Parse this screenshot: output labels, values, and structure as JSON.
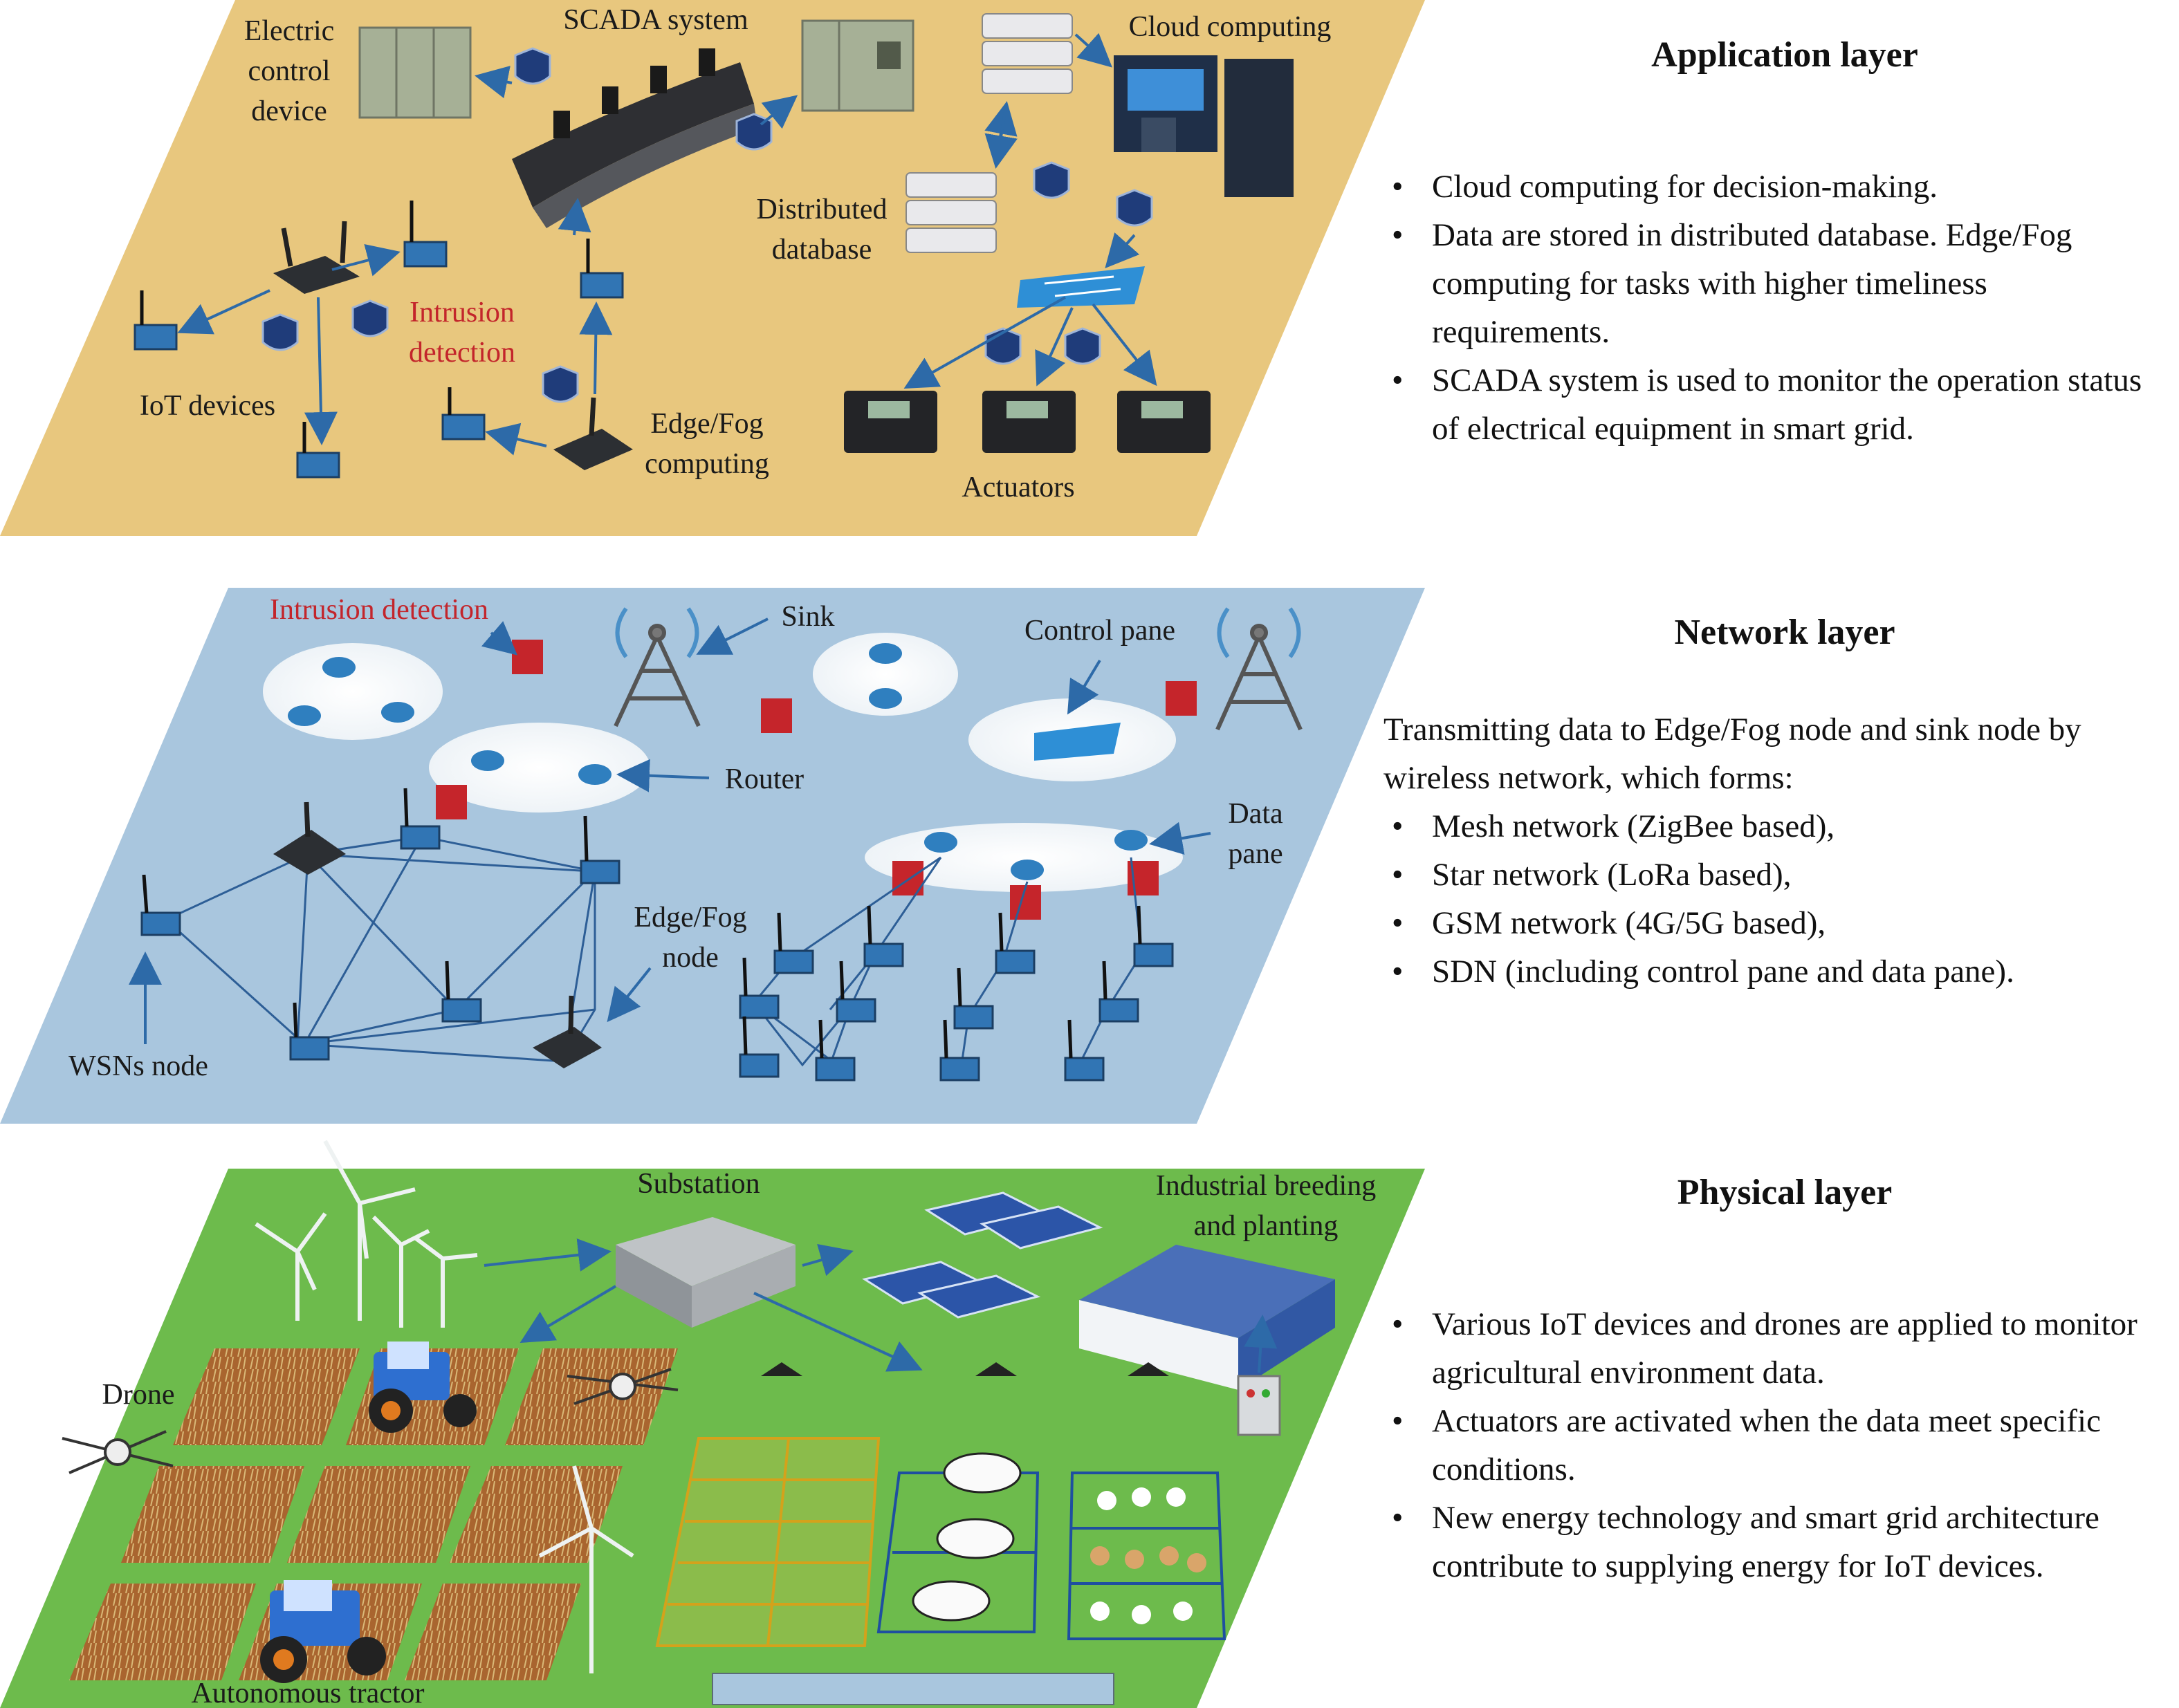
{
  "layers": {
    "application": {
      "title": "Application layer",
      "bullets": [
        "Cloud computing for decision-making.",
        "Data are stored in distributed database. Edge/Fog computing for tasks with higher timeliness requirements.",
        " SCADA system is used to monitor the operation status of electrical equipment in smart grid."
      ],
      "labels": {
        "electric_control": [
          "Electric",
          "control",
          "device"
        ],
        "scada": "SCADA system",
        "cloud": "Cloud computing",
        "distributed_db": [
          "Distributed",
          "database"
        ],
        "intrusion": [
          "Intrusion",
          "detection"
        ],
        "iot_devices": "IoT devices",
        "edge_fog": [
          "Edge/Fog",
          "computing"
        ],
        "actuators": "Actuators"
      },
      "color": "#e8c77e"
    },
    "network": {
      "title": "Network layer",
      "intro": "Transmitting data to Edge/Fog node and sink node by wireless network, which forms:",
      "bullets": [
        "Mesh network (ZigBee based),",
        "Star network (LoRa based),",
        "GSM network (4G/5G based),",
        "SDN (including control pane and data pane)."
      ],
      "labels": {
        "intrusion": "Intrusion detection",
        "sink": "Sink",
        "control_pane": "Control pane",
        "router": "Router",
        "data_pane": [
          "Data",
          "pane"
        ],
        "edge_fog_node": [
          "Edge/Fog",
          "node"
        ],
        "wsns_node": "WSNs node"
      },
      "color": "#a9c6de"
    },
    "physical": {
      "title": "Physical layer",
      "bullets": [
        "Various IoT devices and drones are applied to monitor agricultural environment data.",
        "Actuators are activated when the data meet specific conditions.",
        "New energy technology and smart grid architecture contribute to supplying energy for IoT devices."
      ],
      "labels": {
        "substation": "Substation",
        "industrial": [
          "Industrial breeding",
          "and planting"
        ],
        "drone": "Drone",
        "tractor": "Autonomous tractor"
      },
      "color": "#6dbb4c"
    }
  }
}
